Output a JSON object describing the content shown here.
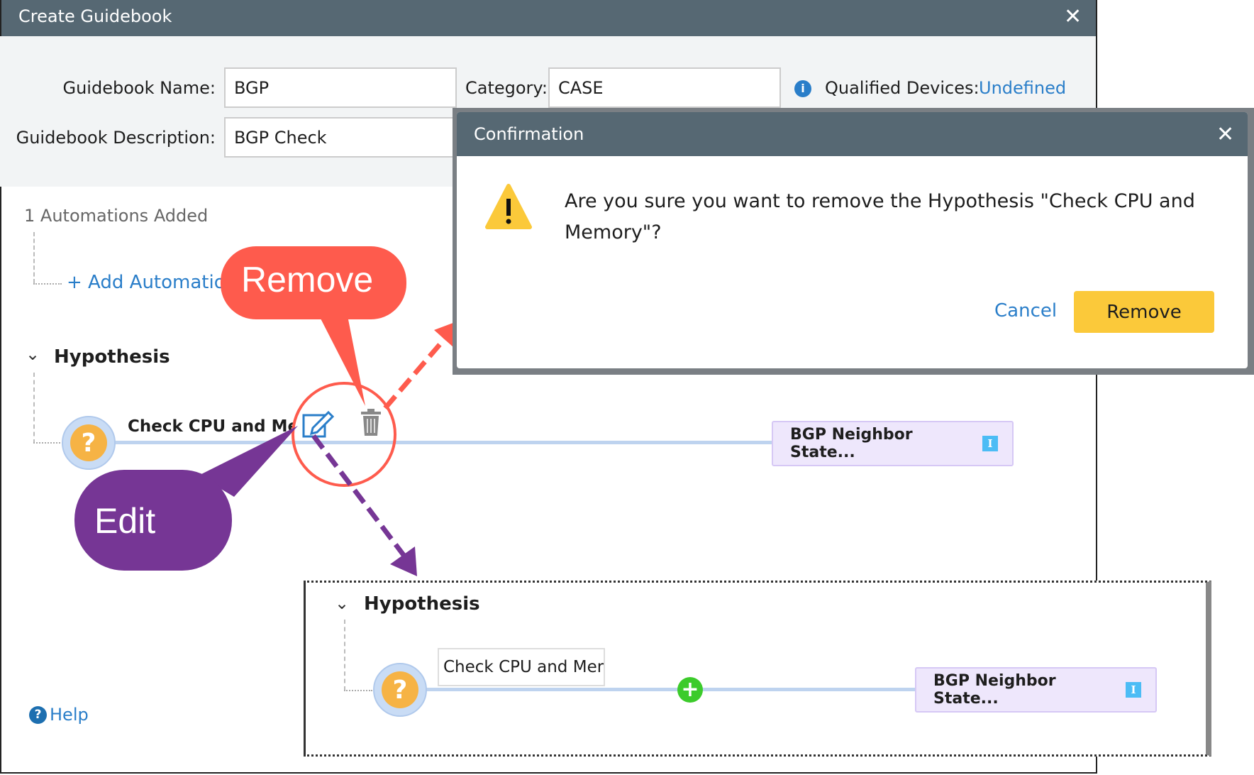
{
  "window": {
    "title": "Create Guidebook",
    "close": "✕"
  },
  "form": {
    "name_label": "Guidebook Name:",
    "name_value": "BGP",
    "category_label": "Category:",
    "category_value": "CASE",
    "qualified_label": "Qualified Devices:",
    "qualified_value": "Undefined",
    "description_label": "Guidebook Description:",
    "description_value": "BGP Check"
  },
  "automations": {
    "count_label": "1 Automations Added",
    "add_link": "+ Add Automation"
  },
  "hypothesis": {
    "section_title": "Hypothesis",
    "item_label": "Check CPU and Men",
    "question": "?",
    "target": "BGP Neighbor State...",
    "badge": "I"
  },
  "confirmation": {
    "title": "Confirmation",
    "close": "✕",
    "message": "Are you sure you want to remove the Hypothesis \"Check CPU and Memory\"?",
    "cancel": "Cancel",
    "remove": "Remove"
  },
  "callouts": {
    "remove": "Remove",
    "edit": "Edit"
  },
  "edit_panel": {
    "section_title": "Hypothesis",
    "input_value": "Check CPU and Mem",
    "question": "?",
    "plus": "+",
    "target": "BGP Neighbor State...",
    "badge": "I"
  },
  "help": {
    "label": "Help",
    "icon": "?"
  },
  "colors": {
    "titlebar": "#566873",
    "accent": "#2a7ec9",
    "remove_btn": "#fbc93a",
    "remove_callout": "#fe5b4d",
    "edit_callout": "#763695"
  }
}
